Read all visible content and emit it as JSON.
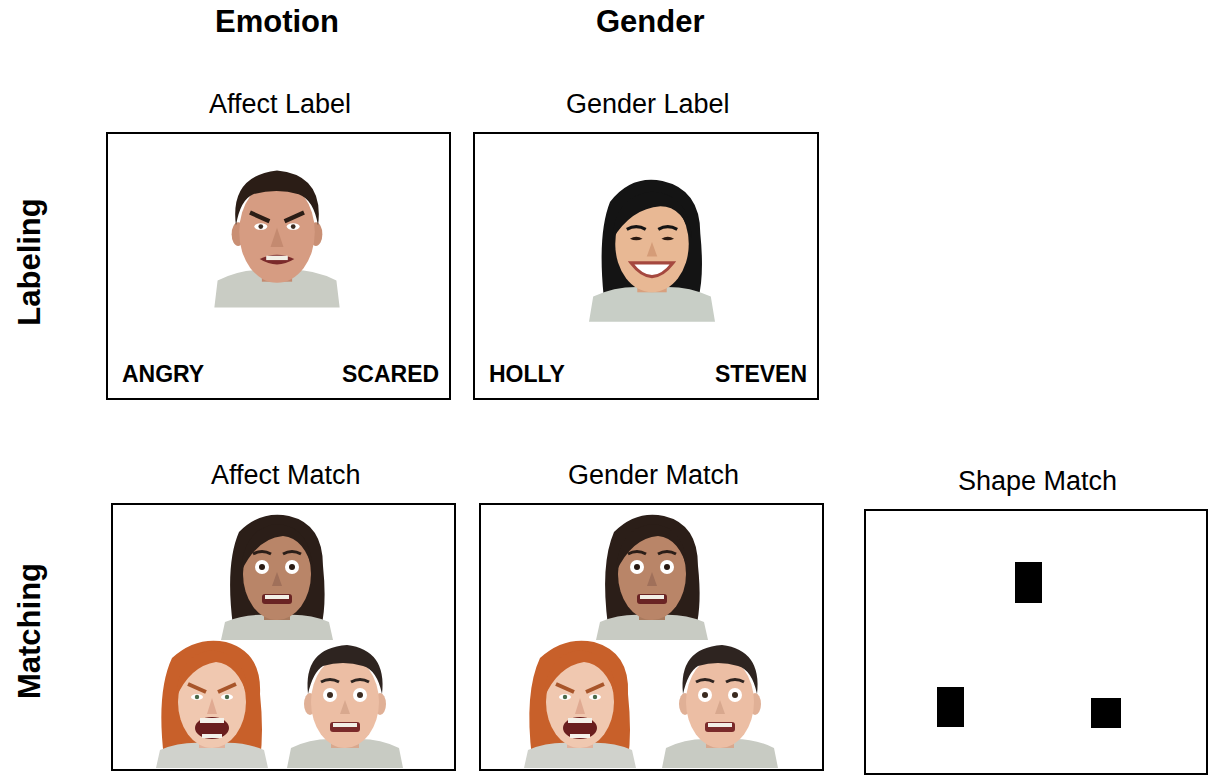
{
  "diagram": {
    "nodes": [
      {
        "text": [
          "Affect Label",
          "ANGRY",
          "SCARED"
        ]
      },
      {
        "text": [
          "Gender Label",
          "HOLLY",
          "STEVEN"
        ]
      },
      {
        "text": [
          "Affect Match"
        ]
      },
      {
        "text": [
          "Gender Match"
        ]
      },
      {
        "text": [
          "Shape Match"
        ]
      }
    ],
    "labels": [
      "Emotion",
      "Gender",
      "Labeling",
      "Matching"
    ]
  }
}
